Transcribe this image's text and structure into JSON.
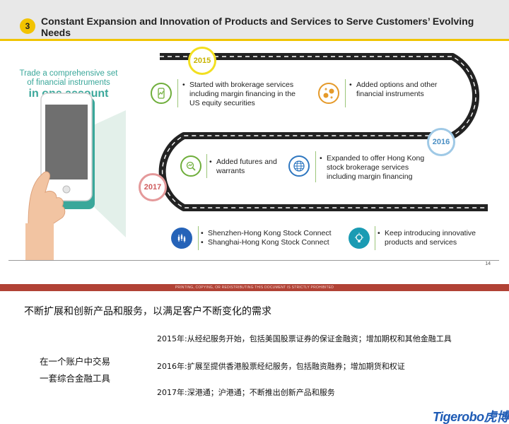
{
  "header": {
    "badge": "3",
    "title": "Constant Expansion and Innovation of Products and Services to Serve Customers’ Evolving Needs"
  },
  "left_panel": {
    "line1": "Trade a comprehensive set",
    "line2": "of financial instruments",
    "line3": "in one account"
  },
  "years": [
    "2015",
    "2016",
    "2017"
  ],
  "items": [
    {
      "icon": "chart-phone-icon",
      "color": "#6fae3b",
      "text": "Started with brokerage services including margin financing in the US equity securities"
    },
    {
      "icon": "coins-exchange-icon",
      "color": "#e59a2a",
      "text": "Added options and other financial instruments"
    },
    {
      "icon": "magnifier-chart-icon",
      "color": "#6fae3b",
      "text": "Added futures and warrants"
    },
    {
      "icon": "globe-icon",
      "color": "#2f77c0",
      "text": "Expanded to offer Hong Kong stock brokerage services including margin financing"
    },
    {
      "icon": "candlestick-icon",
      "color": "#2563b8",
      "text": "Shenzhen-Hong Kong Stock Connect"
    },
    {
      "text": "Shanghai-Hong Kong Stock Connect"
    },
    {
      "icon": "lightbulb-icon",
      "color": "#1a9bb3",
      "text": "Keep introducing innovative products and services"
    }
  ],
  "page_number": "14",
  "footer_notice": "PRINTING, COPYING, OR REDISTRIBUTING THIS DOCUMENT IS STRICTLY PROHIBITED",
  "notes": {
    "title": "不断扩展和创新产品和服务，以满足客户不断变化的需求",
    "left_line1": "在一个账户中交易",
    "left_line2": "一套综合金融工具",
    "y2015": "2015年:从经纪服务开始，包括美国股票证券的保证金融资；增加期权和其他金融工具",
    "y2016": "2016年:扩展至提供香港股票经纪服务，包括融资融券；增加期货和权证",
    "y2017": "2017年:深港通；沪港通；不断推出创新产品和服务"
  },
  "brand": "Tigerobo虎博"
}
